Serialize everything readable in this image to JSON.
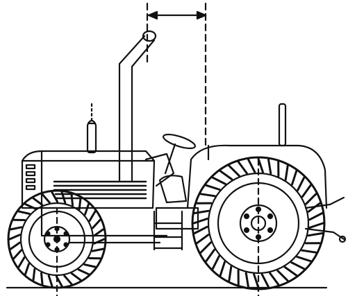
{
  "figure": {
    "subject": "tractor-side-elevation",
    "style": "black line drawing on white",
    "colors": {
      "ink": "#111111",
      "background": "#ffffff"
    },
    "annotations": [
      {
        "kind": "horizontal-dimension-arrow",
        "between": [
          "rollbar-top-reference-line",
          "rear-reference-line"
        ],
        "label": ""
      }
    ],
    "reference_lines": [
      {
        "name": "rollbar-top-reference-line",
        "style": "dashed"
      },
      {
        "name": "rear-reference-line",
        "style": "dashed"
      },
      {
        "name": "front-axle-center-line",
        "style": "dashed"
      },
      {
        "name": "rear-axle-center-line",
        "style": "dashed"
      }
    ]
  }
}
